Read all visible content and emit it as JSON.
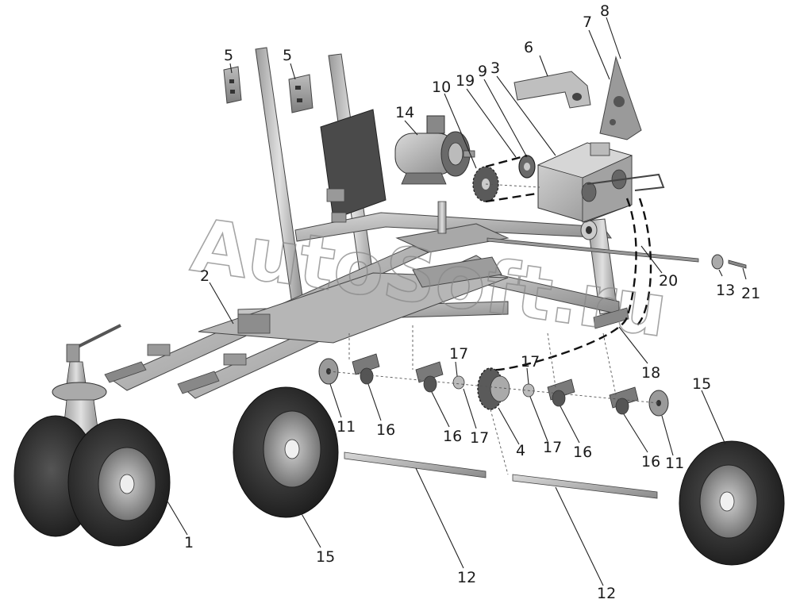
{
  "watermark": "AutoSoft.ru",
  "callouts": [
    {
      "id": "c5a",
      "text": "5"
    },
    {
      "id": "c5b",
      "text": "5"
    },
    {
      "id": "c6",
      "text": "6"
    },
    {
      "id": "c7",
      "text": "7"
    },
    {
      "id": "c8",
      "text": "8"
    },
    {
      "id": "c10",
      "text": "10"
    },
    {
      "id": "c19",
      "text": "19"
    },
    {
      "id": "c9",
      "text": "9"
    },
    {
      "id": "c3",
      "text": "3"
    },
    {
      "id": "c14",
      "text": "14"
    },
    {
      "id": "c2",
      "text": "2"
    },
    {
      "id": "c20",
      "text": "20"
    },
    {
      "id": "c13",
      "text": "13"
    },
    {
      "id": "c21",
      "text": "21"
    },
    {
      "id": "c18",
      "text": "18"
    },
    {
      "id": "c17a",
      "text": "17"
    },
    {
      "id": "c17b",
      "text": "17"
    },
    {
      "id": "c17c",
      "text": "17"
    },
    {
      "id": "c17d",
      "text": "17"
    },
    {
      "id": "c11a",
      "text": "11"
    },
    {
      "id": "c11b",
      "text": "11"
    },
    {
      "id": "c16a",
      "text": "16"
    },
    {
      "id": "c16b",
      "text": "16"
    },
    {
      "id": "c16c",
      "text": "16"
    },
    {
      "id": "c16d",
      "text": "16"
    },
    {
      "id": "c4",
      "text": "4"
    },
    {
      "id": "c15a",
      "text": "15"
    },
    {
      "id": "c15b",
      "text": "15"
    },
    {
      "id": "c1",
      "text": "1"
    },
    {
      "id": "c12a",
      "text": "12"
    },
    {
      "id": "c12b",
      "text": "12"
    }
  ]
}
